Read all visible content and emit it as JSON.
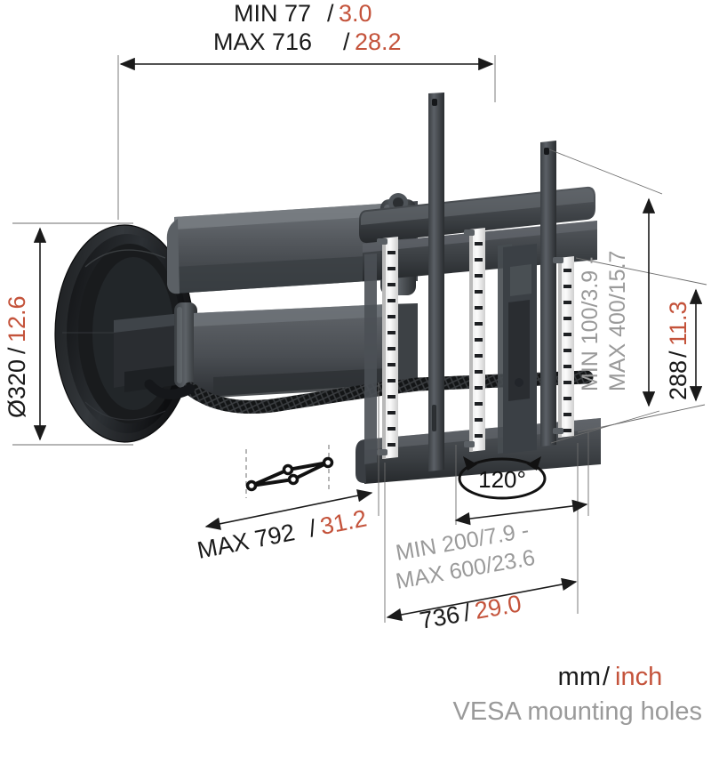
{
  "drawing": {
    "title": "Vogel's full-motion TV wall mount dimensional drawing",
    "colors": {
      "mm": "#1a1a1a",
      "inch": "#c4533b",
      "vesa": "#9a9a9a",
      "line": "#3a3a3a",
      "product_dark": "#2b2e31",
      "product_mid": "#4a4e52",
      "product_light": "#6a6f74"
    }
  },
  "dimensions": {
    "depth_top": {
      "min_label": "MIN 77/",
      "min_mm": "MIN 77",
      "min_inch": "3.0",
      "max_mm": "MAX 716",
      "max_inch": "28.2",
      "line1_mm": "MIN 77",
      "line1_inch": "3.0",
      "line2_mm": "MAX 716",
      "line2_inch": "28.2"
    },
    "wallplate_diameter": {
      "mm": "Ø320",
      "inch": "12.6"
    },
    "vesa_height": {
      "line1": "MIN 100/3.9 -",
      "line2": "MAX 400/15.7"
    },
    "panel_height": {
      "mm": "288",
      "inch": "11.3"
    },
    "max_swivel_reach": {
      "mm": "MAX 792",
      "inch": "31.2"
    },
    "vesa_width": {
      "line1": "MIN 200/7.9 -",
      "line2": "MAX 600/23.6"
    },
    "panel_width": {
      "mm": "736",
      "inch": "29.0"
    },
    "rotation": {
      "value": "120°"
    }
  },
  "legend": {
    "units_mm": "mm",
    "units_sep": "/",
    "units_inch": "inch",
    "vesa_note": "VESA mounting holes"
  }
}
